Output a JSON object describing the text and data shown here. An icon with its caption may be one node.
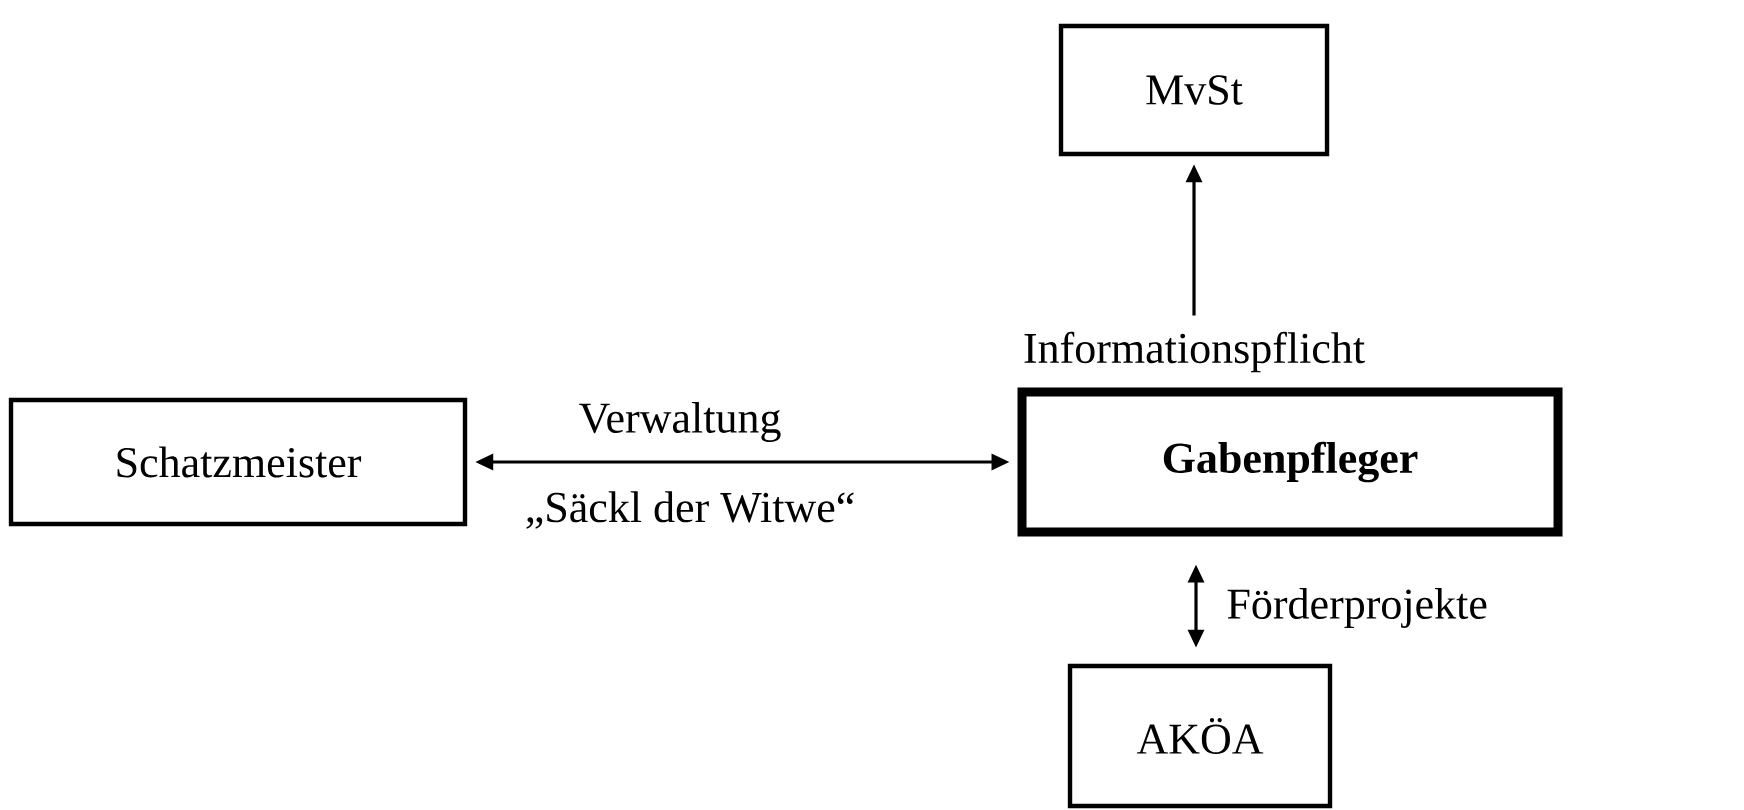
{
  "diagram": {
    "nodes": [
      {
        "text": [
          "MvSt"
        ]
      },
      {
        "text": [
          "Schatzmeister"
        ]
      },
      {
        "text": [
          "Gabenpfleger"
        ]
      },
      {
        "text": [
          "AKÖA"
        ]
      }
    ],
    "edges": [
      {
        "from": 2,
        "to": 0,
        "arrow": "to",
        "label": "Informationspflicht"
      },
      {
        "from": 1,
        "to": 2,
        "arrow": "both",
        "label": "Verwaltung"
      },
      {
        "from": 2,
        "to": 3,
        "arrow": "both",
        "label": "Förderprojekte"
      }
    ],
    "labels": [
      "„Säckl der Witwe“"
    ]
  }
}
